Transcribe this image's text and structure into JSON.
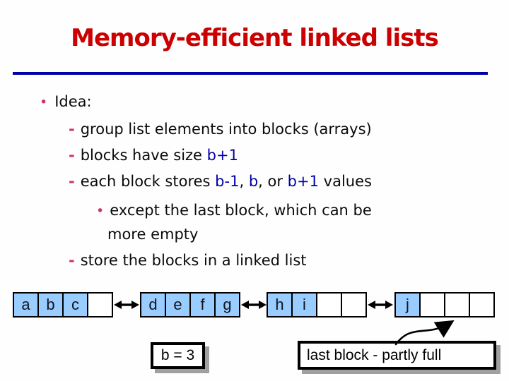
{
  "title": "Memory-efficient linked lists",
  "colors": {
    "title_red": "#cc0000",
    "rule_blue": "#0000aa",
    "term_blue": "#0000aa",
    "bullet_crimson": "#cc3366",
    "cell_fill_blue": "#99ccff",
    "shadow_gray": "#a0a0a0"
  },
  "bullets": {
    "dot": "•",
    "dash": "-",
    "idea": "Idea:",
    "item1": "group list elements into blocks (arrays)",
    "item2_pre": "blocks have size ",
    "item2_term": "b+1",
    "item3_pre": "each block stores ",
    "item3_t1": "b-1",
    "item3_c1": ", ",
    "item3_t2": "b",
    "item3_c2": ", or ",
    "item3_t3": "b+1",
    "item3_post": " values",
    "item3_sub_line1": "except the last block, which can be",
    "item3_sub_line2": "more empty",
    "item4": "store the blocks in a linked list"
  },
  "diagram": {
    "blocks": [
      {
        "cells": [
          "a",
          "b",
          "c",
          ""
        ]
      },
      {
        "cells": [
          "d",
          "e",
          "f",
          "g"
        ]
      },
      {
        "cells": [
          "h",
          "i",
          "",
          ""
        ]
      },
      {
        "cells": [
          "j",
          "",
          "",
          ""
        ]
      }
    ],
    "b_value_label": "b = 3",
    "last_block_label": "last block - partly full"
  }
}
